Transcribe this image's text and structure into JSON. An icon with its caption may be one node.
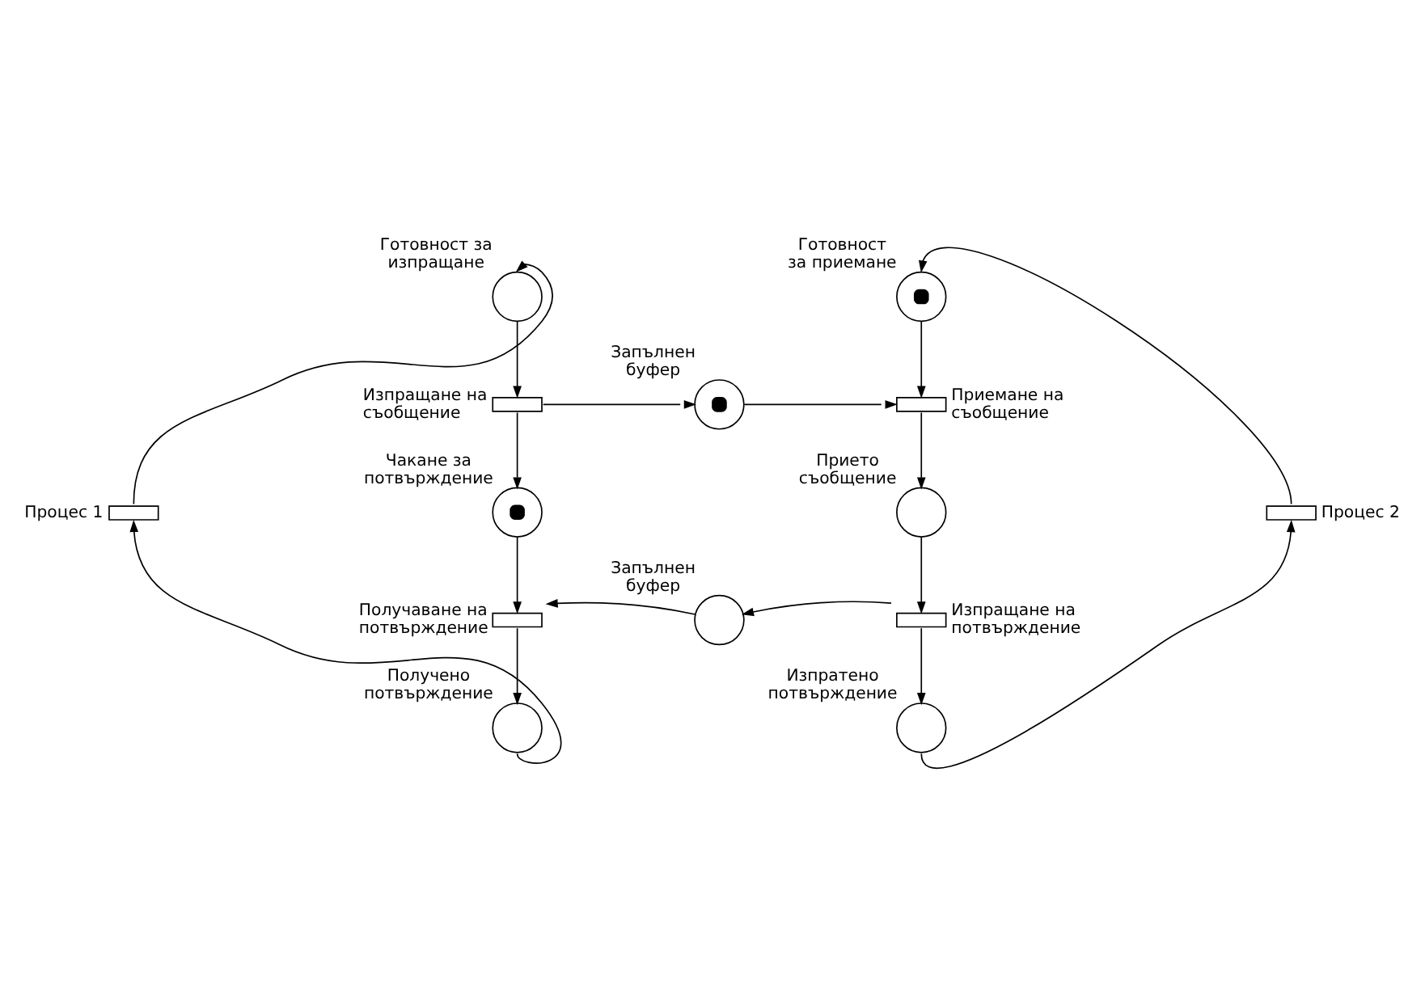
{
  "diagram": {
    "nodes": [
      {
        "text": [],
        "shape": "circle",
        "beside": [
          "Готовност за изпращане"
        ]
      },
      {
        "text": [],
        "shape": "bar",
        "beside": [
          "Изпращане на съобщение"
        ]
      },
      {
        "text": [],
        "shape": "marked-circle",
        "beside": [
          "Чакане за потвърждение"
        ]
      },
      {
        "text": [],
        "shape": "bar",
        "beside": [
          "Получаване на потвърждение"
        ]
      },
      {
        "text": [],
        "shape": "circle",
        "beside": [
          "Получено потвърждение"
        ]
      },
      {
        "text": [],
        "shape": "bar",
        "beside": [
          "Процес 1"
        ]
      },
      {
        "text": [],
        "shape": "marked-circle",
        "beside": [
          "Запълнен буфер"
        ]
      },
      {
        "text": [],
        "shape": "circle",
        "beside": [
          "Запълнен буфер"
        ]
      },
      {
        "text": [],
        "shape": "marked-circle",
        "beside": [
          "Готовност за приемане"
        ]
      },
      {
        "text": [],
        "shape": "bar",
        "beside": [
          "Приемане на съобщение"
        ]
      },
      {
        "text": [],
        "shape": "circle",
        "beside": [
          "Прието съобщение"
        ]
      },
      {
        "text": [],
        "shape": "bar",
        "beside": [
          "Изпращане на потвърждение"
        ]
      },
      {
        "text": [],
        "shape": "circle",
        "beside": [
          "Изпратено потвърждение"
        ]
      },
      {
        "text": [],
        "shape": "bar",
        "beside": [
          "Процес 2"
        ]
      }
    ],
    "edges": [
      {
        "from": 0,
        "to": 1,
        "arrow": "to"
      },
      {
        "from": 1,
        "to": 2,
        "arrow": "to"
      },
      {
        "from": 1,
        "to": 6,
        "arrow": "to"
      },
      {
        "from": 2,
        "to": 3,
        "arrow": "to"
      },
      {
        "from": 3,
        "to": 4,
        "arrow": "to"
      },
      {
        "from": 4,
        "to": 5,
        "arrow": "to"
      },
      {
        "from": 5,
        "to": 0,
        "arrow": "to"
      },
      {
        "from": 7,
        "to": 3,
        "arrow": "to"
      },
      {
        "from": 8,
        "to": 9,
        "arrow": "to"
      },
      {
        "from": 6,
        "to": 9,
        "arrow": "to"
      },
      {
        "from": 9,
        "to": 10,
        "arrow": "to"
      },
      {
        "from": 10,
        "to": 11,
        "arrow": "to"
      },
      {
        "from": 11,
        "to": 12,
        "arrow": "to"
      },
      {
        "from": 11,
        "to": 7,
        "arrow": "to"
      },
      {
        "from": 12,
        "to": 13,
        "arrow": "to"
      },
      {
        "from": 13,
        "to": 8,
        "arrow": "to"
      }
    ]
  }
}
